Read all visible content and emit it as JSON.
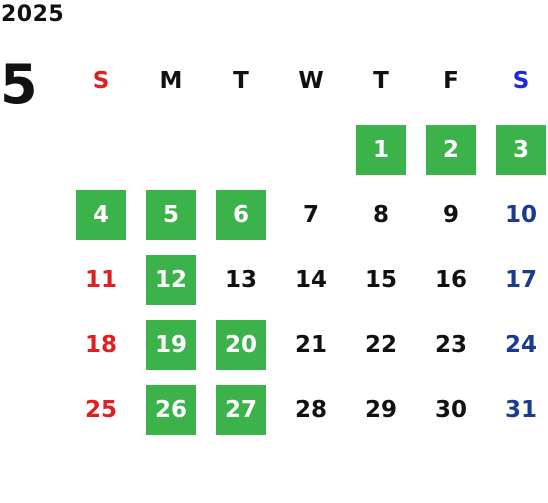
{
  "calendar": {
    "year": "2025",
    "month": "5",
    "weekdays": [
      "S",
      "M",
      "T",
      "W",
      "T",
      "F",
      "S"
    ],
    "first_weekday_index": 4,
    "days_in_month": 31,
    "highlighted_days": [
      1,
      2,
      3,
      4,
      5,
      6,
      12,
      19,
      20,
      26,
      27
    ],
    "colors": {
      "highlight_bg": "#3cb34a",
      "highlight_text": "#ffffff",
      "sunday": "#e02020",
      "saturday": "#1a3c8c",
      "saturday_header": "#1a28e0",
      "weekday": "#111111"
    }
  }
}
